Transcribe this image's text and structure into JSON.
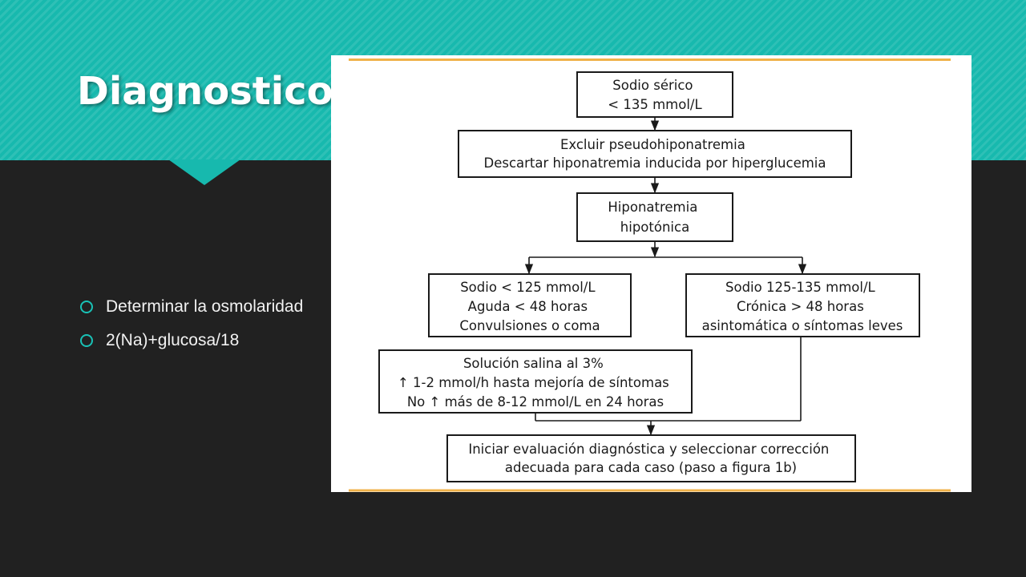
{
  "slide": {
    "title": "Diagnostico",
    "bullets": [
      "Determinar la osmolaridad",
      "2(Na)+glucosa/18"
    ],
    "colors": {
      "background": "#212121",
      "header": "#17b9ae",
      "bullet_marker": "#19c2b6",
      "figure_rule": "#f0b24a"
    },
    "bullet_icon": "hollow-circle-icon"
  },
  "flowchart": {
    "nodes": {
      "sodio_serico": [
        "Sodio sérico",
        "< 135 mmol/L"
      ],
      "excluir": [
        "Excluir pseudohiponatremia",
        "Descartar hiponatremia inducida por hiperglucemia"
      ],
      "hipotonica": [
        "Hiponatremia",
        "hipotónica"
      ],
      "aguda": [
        "Sodio < 125 mmol/L",
        "Aguda < 48 horas",
        "Convulsiones o coma"
      ],
      "cronica": [
        "Sodio 125-135 mmol/L",
        "Crónica > 48 horas",
        "asintomática o síntomas leves"
      ],
      "salina": [
        "Solución salina al 3%",
        "↑ 1-2 mmol/h hasta mejoría de síntomas",
        "No ↑ más de 8-12 mmol/L en 24 horas"
      ],
      "iniciar": [
        "Iniciar evaluación diagnóstica y seleccionar corrección",
        "adecuada para cada caso (paso a figura 1b)"
      ]
    }
  }
}
